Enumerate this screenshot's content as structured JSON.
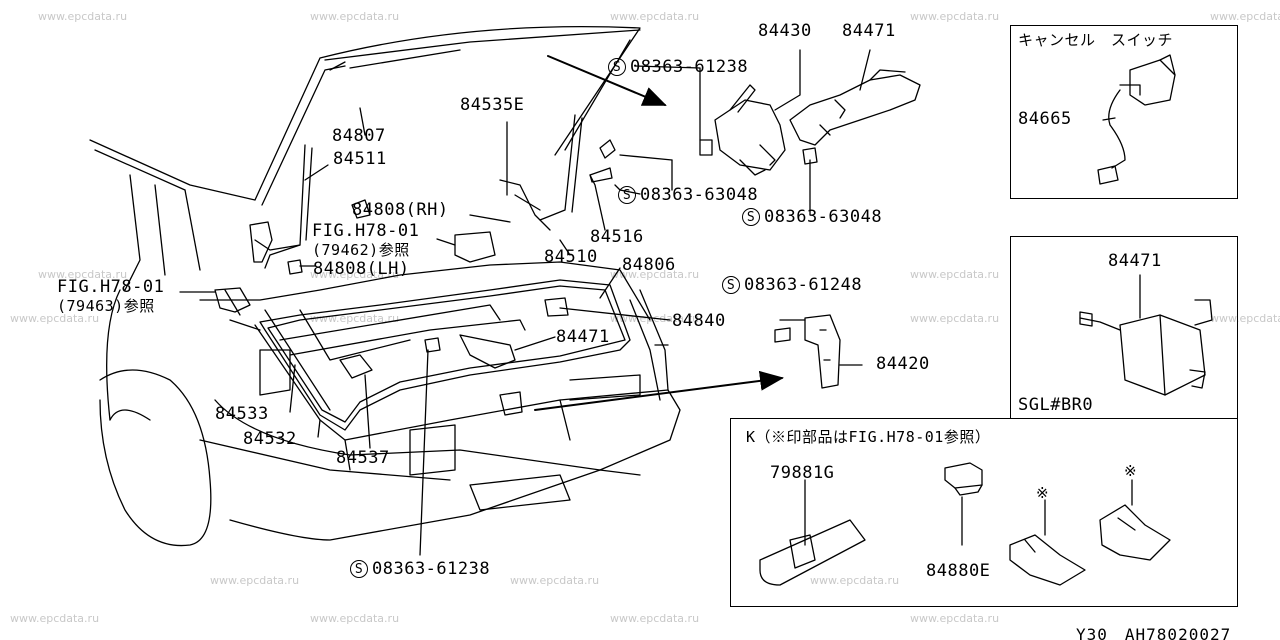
{
  "watermark": "www.epcdata.ru",
  "labels": {
    "p84430": "84430",
    "p84471_top": "84471",
    "p08363_61238_top": "08363-61238",
    "p84807": "84807",
    "p84511": "84511",
    "p84535e": "84535E",
    "p08363_63048_a": "08363-63048",
    "p08363_63048_b": "08363-63048",
    "p84808rh": "84808(RH)",
    "fig_h78_01_a": "FIG.H78-01",
    "ref_79462": "(79462)参照",
    "p84808lh": "84808(LH)",
    "p84516": "84516",
    "p84510": "84510",
    "p84806": "84806",
    "fig_h78_01_b": "FIG.H78-01",
    "ref_79463": "(79463)参照",
    "p08363_61248": "08363-61248",
    "p84840": "84840",
    "p84471_mid": "84471",
    "p84420": "84420",
    "p84533": "84533",
    "p84532": "84532",
    "p84537": "84537",
    "p08363_61238_bot": "08363-61238",
    "s_symbol": "S"
  },
  "cancel_switch_panel": {
    "title": "キャンセル　スイッチ",
    "part": "84665"
  },
  "sgl_panel": {
    "part": "84471",
    "caption": "SGL#BR0"
  },
  "k_panel": {
    "title": "K（※印部品はFIG.H78-01参照）",
    "part_79881g": "79881G",
    "part_84880e": "84880E",
    "mark": "※"
  },
  "footer": {
    "code": "Y30　AH78020027"
  }
}
